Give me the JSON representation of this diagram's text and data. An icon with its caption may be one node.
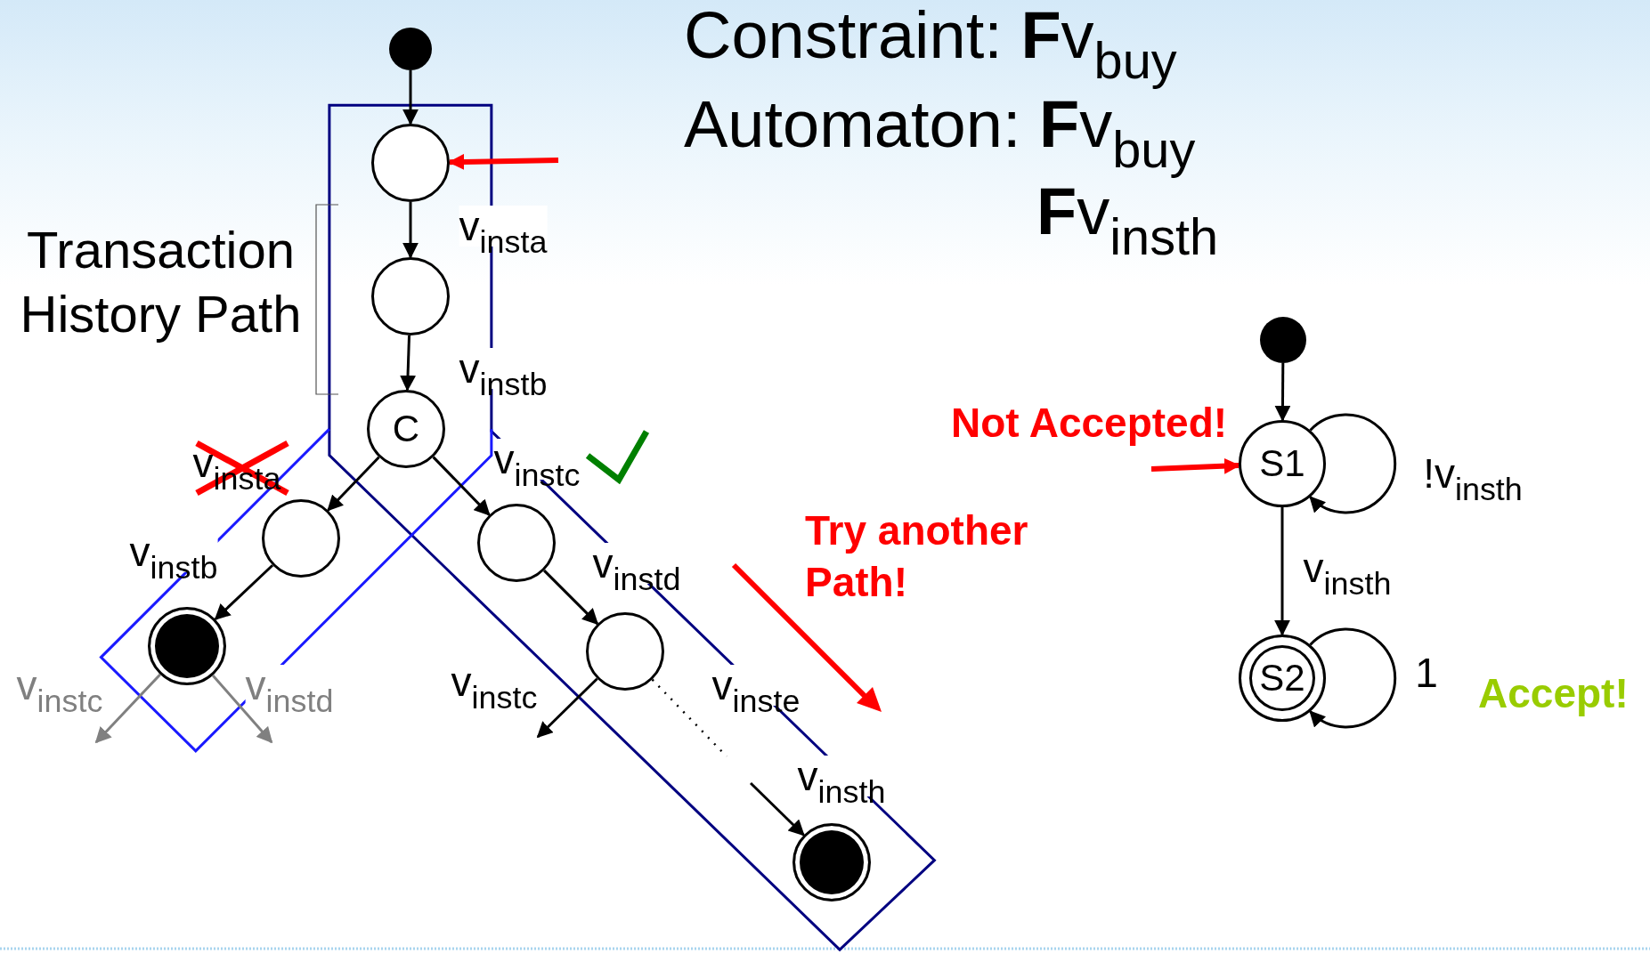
{
  "diagram": {
    "title": "Constraint: **F**v$_{buy}$",
    "nodes": [
      {
        "text": [],
        "shape": "circle"
      },
      {
        "text": [],
        "shape": "circle"
      },
      {
        "text": [],
        "shape": "circle"
      },
      {
        "text": [
          "C"
        ]
      },
      {
        "text": [],
        "shape": "circle"
      },
      {
        "text": [],
        "shape": "circle"
      },
      {
        "text": [],
        "shape": "circle"
      },
      {
        "text": [],
        "shape": "circle"
      },
      {
        "text": [],
        "shape": "circle"
      },
      {
        "text": [],
        "shape": "circle"
      },
      {
        "text": [
          "S1"
        ]
      },
      {
        "text": [
          "S2"
        ]
      }
    ],
    "edges": [
      {
        "from": 0,
        "to": 1,
        "arrow": "to"
      },
      {
        "from": null,
        "to": 1,
        "arrow": "to",
        "style": "thick",
        "color": "#ff0000"
      },
      {
        "from": 1,
        "to": 2,
        "arrow": "to",
        "label": "v$_{insta}$"
      },
      {
        "from": 2,
        "to": 3,
        "arrow": "to",
        "label": "v$_{instb}$"
      },
      {
        "from": 3,
        "to": 4,
        "arrow": "to",
        "label": "v$_{insta}$"
      },
      {
        "from": 3,
        "to": 6,
        "arrow": "to",
        "label": "v$_{instc}$"
      },
      {
        "from": 4,
        "to": 5,
        "arrow": "to",
        "label": "v$_{instb}$"
      },
      {
        "from": 5,
        "to": null,
        "arrow": "to",
        "label": "v$_{instc}$",
        "color": "#808080"
      },
      {
        "from": 5,
        "to": null,
        "arrow": "to",
        "label": "v$_{instd}$",
        "color": "#808080"
      },
      {
        "from": 6,
        "to": 7,
        "arrow": "to",
        "label": "v$_{instd}$"
      },
      {
        "from": 7,
        "to": null,
        "arrow": "to",
        "label": "v$_{instc}$"
      },
      {
        "from": 7,
        "to": null,
        "arrow": "none",
        "label": "v$_{inste}$",
        "style": "dashed"
      },
      {
        "from": null,
        "to": 8,
        "arrow": "to",
        "label": "v$_{insth}$"
      },
      {
        "from": 9,
        "to": 10,
        "arrow": "to"
      },
      {
        "from": null,
        "to": 10,
        "arrow": "to",
        "style": "thick",
        "color": "#ff0000"
      },
      {
        "from": 10,
        "to": 10,
        "arrow": "to",
        "label": "!v$_{insth}$"
      },
      {
        "from": 10,
        "to": 11,
        "arrow": "to",
        "label": "v$_{insth}$"
      },
      {
        "from": 11,
        "to": 11,
        "arrow": "to",
        "label": "1"
      }
    ],
    "labels": [
      "Automaton: **F**v$_{buy}$",
      "**F**v$_{insth}$",
      "Transaction History Path",
      "Not Accepted!",
      "Try another Path!",
      "Accept!"
    ]
  }
}
